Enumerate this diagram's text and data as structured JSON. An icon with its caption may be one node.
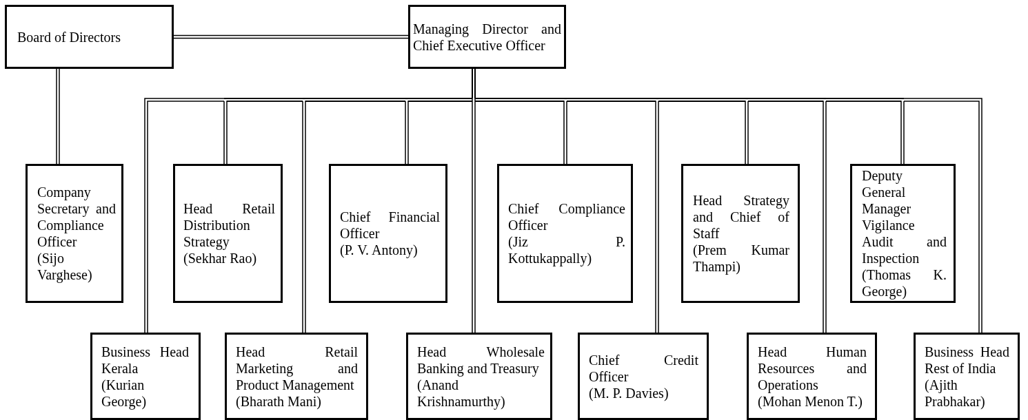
{
  "diagram": {
    "nodes": [
      {
        "text": [
          "Board of Directors"
        ]
      },
      {
        "text": [
          "Managing Director and Chief Executive Officer"
        ]
      },
      {
        "text": [
          "Company Secretary and Compliance Officer",
          "(Sijo Varghese)"
        ]
      },
      {
        "text": [
          "Head Retail Distribution Strategy",
          "(Sekhar Rao)"
        ]
      },
      {
        "text": [
          "Chief Financial Officer",
          "(P. V. Antony)"
        ]
      },
      {
        "text": [
          "Chief Compliance Officer",
          "(Jiz P. Kottukappally)"
        ]
      },
      {
        "text": [
          "Head Strategy and Chief of Staff",
          "(Prem Kumar Thampi)"
        ]
      },
      {
        "text": [
          "Deputy General Manager Vigilance Audit and Inspection",
          "(Thomas K. George)"
        ]
      },
      {
        "text": [
          "Business Head Kerala",
          "(Kurian George)"
        ]
      },
      {
        "text": [
          "Head Retail Marketing and Product Management",
          "(Bharath Mani)"
        ]
      },
      {
        "text": [
          "Head Wholesale Banking and Treasury",
          "(Anand Krishnamurthy)"
        ]
      },
      {
        "text": [
          "Chief Credit Officer",
          "(M. P. Davies)"
        ]
      },
      {
        "text": [
          "Head Human Resources and Operations",
          "(Mohan Menon T.)"
        ]
      },
      {
        "text": [
          "Business Head Rest of India",
          "(Ajith Prabhakar)"
        ]
      }
    ],
    "edges": [
      {
        "from": 0,
        "to": 1,
        "arrow": "none"
      },
      {
        "from": 0,
        "to": 2,
        "arrow": "none"
      },
      {
        "from": 1,
        "to": 8,
        "arrow": "none"
      },
      {
        "from": 1,
        "to": 3,
        "arrow": "none"
      },
      {
        "from": 1,
        "to": 9,
        "arrow": "none"
      },
      {
        "from": 1,
        "to": 4,
        "arrow": "none"
      },
      {
        "from": 1,
        "to": 10,
        "arrow": "none"
      },
      {
        "from": 1,
        "to": 5,
        "arrow": "none"
      },
      {
        "from": 1,
        "to": 11,
        "arrow": "none"
      },
      {
        "from": 1,
        "to": 6,
        "arrow": "none"
      },
      {
        "from": 1,
        "to": 12,
        "arrow": "none"
      },
      {
        "from": 1,
        "to": 7,
        "arrow": "none"
      },
      {
        "from": 1,
        "to": 13,
        "arrow": "none"
      }
    ]
  }
}
